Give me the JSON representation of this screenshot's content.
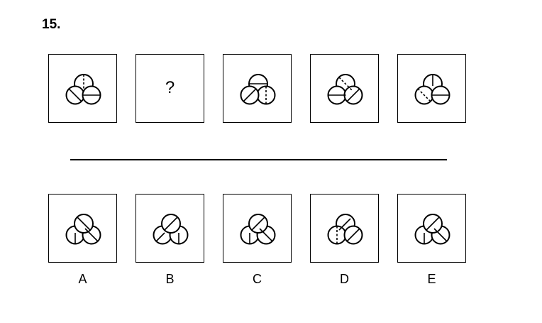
{
  "question": {
    "number": "15."
  },
  "sequence": [
    {
      "index": 1,
      "content": "figure"
    },
    {
      "index": 2,
      "content": "?"
    },
    {
      "index": 3,
      "content": "figure"
    },
    {
      "index": 4,
      "content": "figure"
    },
    {
      "index": 5,
      "content": "figure"
    }
  ],
  "options": [
    {
      "label": "A"
    },
    {
      "label": "B"
    },
    {
      "label": "C"
    },
    {
      "label": "D"
    },
    {
      "label": "E"
    }
  ],
  "missing_marker": "?"
}
